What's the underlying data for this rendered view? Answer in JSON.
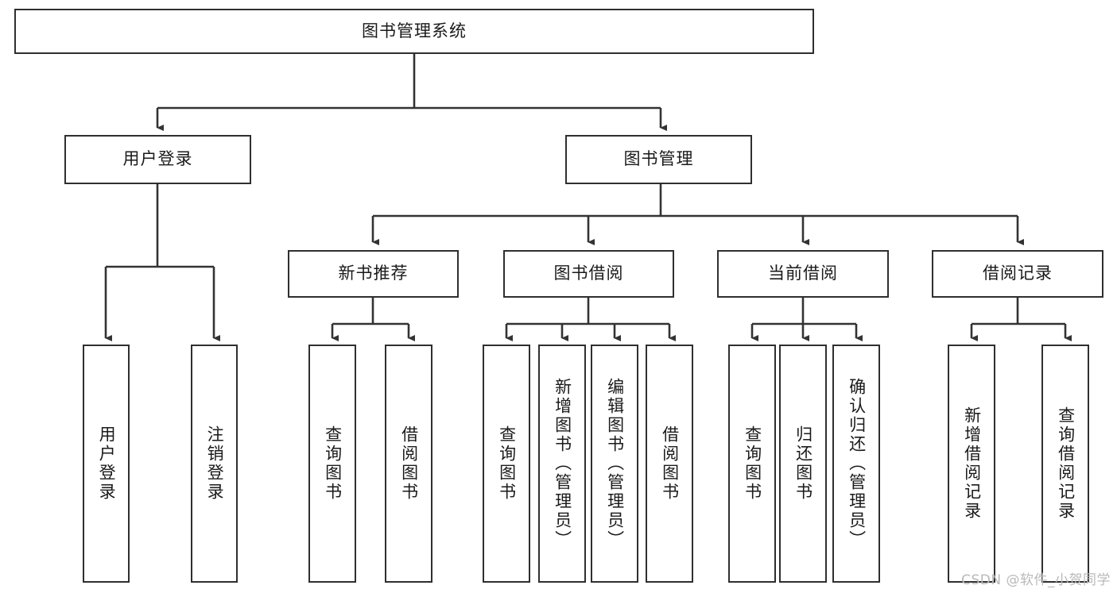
{
  "diagram": {
    "title": "图书管理系统",
    "type": "tree-hierarchy-diagram",
    "colors": {
      "box_border": "#2f2f2f",
      "box_fill": "#ffffff",
      "connector": "#333333",
      "text": "#1a1a1a",
      "watermark": "#b9b9b9"
    },
    "root": {
      "label": "图书管理系统"
    },
    "level2": [
      {
        "label": "用户登录"
      },
      {
        "label": "图书管理"
      }
    ],
    "level3": [
      {
        "label": "新书推荐"
      },
      {
        "label": "图书借阅"
      },
      {
        "label": "当前借阅"
      },
      {
        "label": "借阅记录"
      }
    ],
    "leaves": {
      "user_login": [
        {
          "label": "用户登录"
        },
        {
          "label": "注销登录"
        }
      ],
      "new_book_recommend": [
        {
          "label": "查询图书"
        },
        {
          "label": "借阅图书"
        }
      ],
      "book_borrow": [
        {
          "label": "查询图书"
        },
        {
          "label": "新增图书（管理员）"
        },
        {
          "label": "编辑图书（管理员）"
        },
        {
          "label": "借阅图书"
        }
      ],
      "current_borrow": [
        {
          "label": "查询图书"
        },
        {
          "label": "归还图书"
        },
        {
          "label": "确认归还（管理员）"
        }
      ],
      "borrow_record": [
        {
          "label": "新增借阅记录"
        },
        {
          "label": "查询借阅记录"
        }
      ]
    }
  },
  "watermark": {
    "text": "CSDN @软件_小贺同学"
  }
}
